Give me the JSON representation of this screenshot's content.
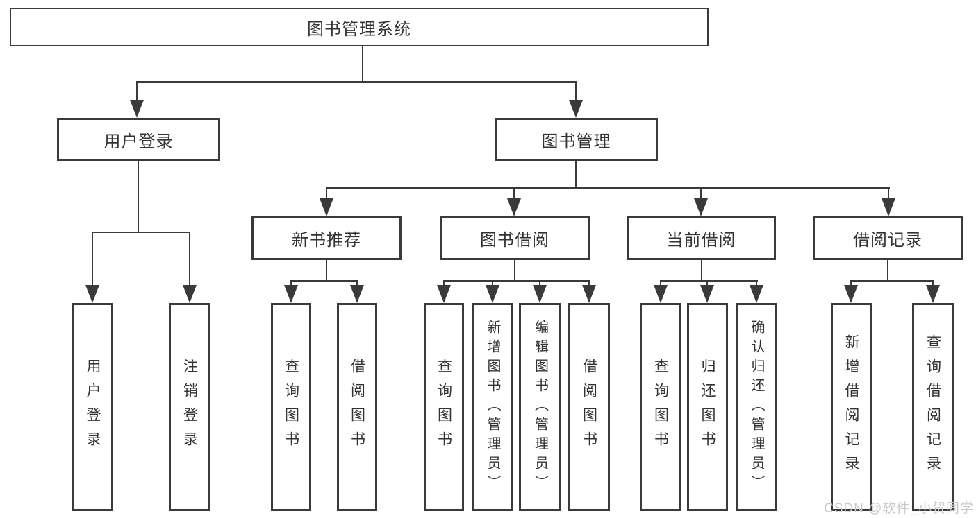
{
  "diagram": {
    "root": {
      "label": "图书管理系统"
    },
    "branches": [
      {
        "label": "用户登录",
        "children": [
          {
            "label": "用户登录"
          },
          {
            "label": "注销登录"
          }
        ]
      },
      {
        "label": "图书管理",
        "sections": [
          {
            "label": "新书推荐",
            "children": [
              {
                "label": "查询图书"
              },
              {
                "label": "借阅图书"
              }
            ]
          },
          {
            "label": "图书借阅",
            "children": [
              {
                "label": "查询图书"
              },
              {
                "label": "新增图书（管理员）"
              },
              {
                "label": "编辑图书（管理员）"
              },
              {
                "label": "借阅图书"
              }
            ]
          },
          {
            "label": "当前借阅",
            "children": [
              {
                "label": "查询图书"
              },
              {
                "label": "归还图书"
              },
              {
                "label": "确认归还（管理员）"
              }
            ]
          },
          {
            "label": "借阅记录",
            "children": [
              {
                "label": "新增借阅记录"
              },
              {
                "label": "查询借阅记录"
              }
            ]
          }
        ]
      }
    ]
  },
  "watermark": {
    "text": "CSDN @软件_小贺同学"
  },
  "colors": {
    "line": "#3a3a3a",
    "text": "#333333",
    "background": "#ffffff",
    "watermark": "#c9c9c9"
  }
}
